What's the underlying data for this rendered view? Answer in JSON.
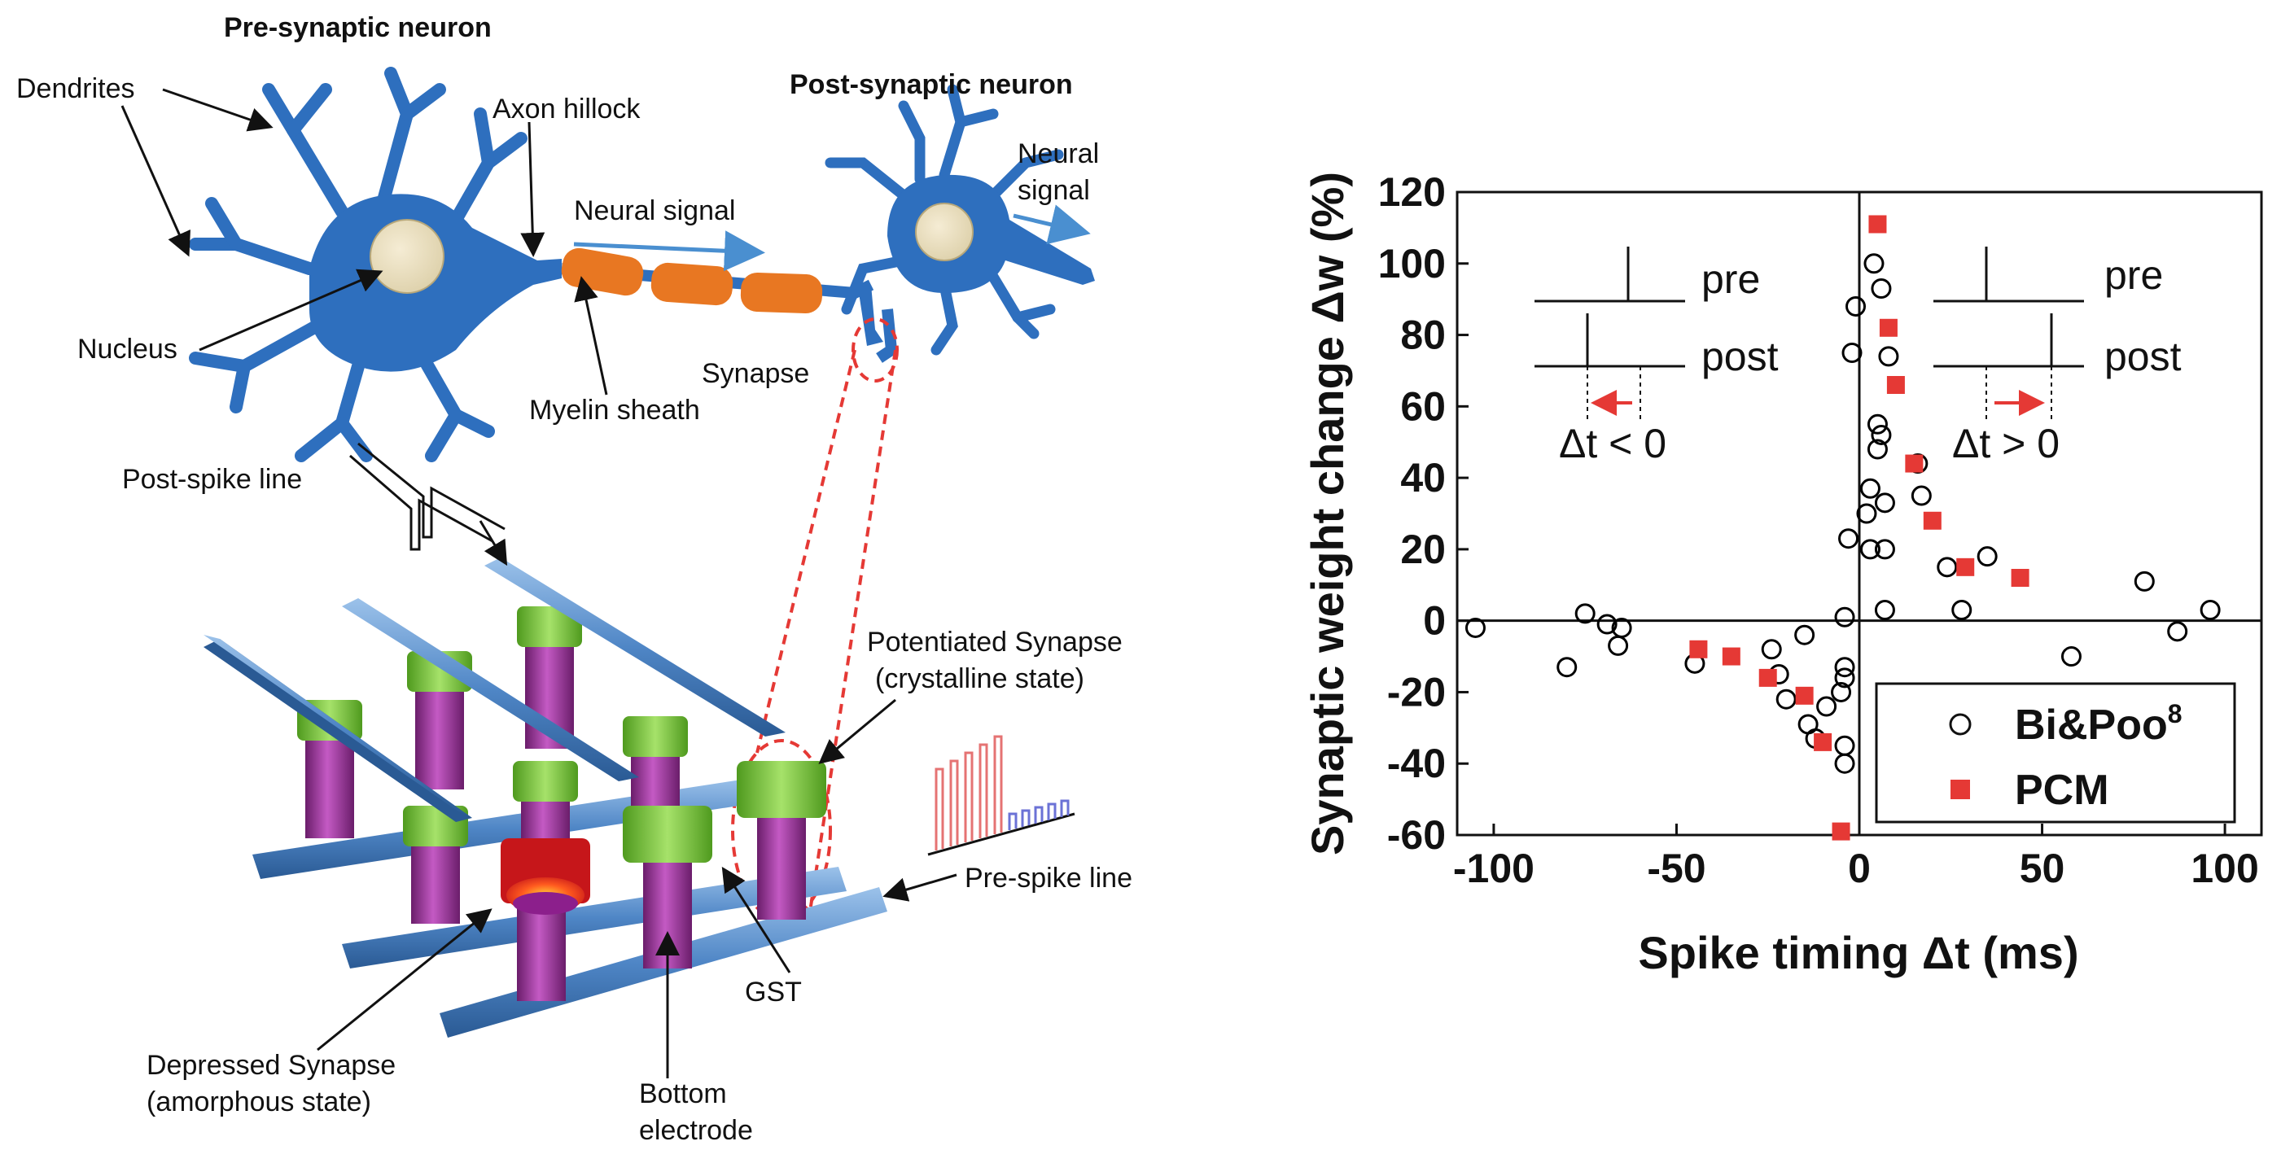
{
  "diagram": {
    "pre_neuron_title": "Pre-synaptic neuron",
    "post_neuron_title": "Post-synaptic neuron",
    "dendrites": "Dendrites",
    "axon_hillock": "Axon hillock",
    "nucleus": "Nucleus",
    "neural_signal_1": "Neural signal",
    "neural_signal_2a": "Neural",
    "neural_signal_2b": "signal",
    "myelin_sheath": "Myelin sheath",
    "synapse": "Synapse",
    "post_spike_line": "Post-spike line",
    "potentiated_1": "Potentiated Synapse",
    "potentiated_2": "(crystalline state)",
    "pre_spike_line": "Pre-spike line",
    "gst": "GST",
    "depressed_1": "Depressed Synapse",
    "depressed_2": "(amorphous state)",
    "bottom_electrode_1": "Bottom",
    "bottom_electrode_2": "electrode",
    "colors": {
      "neuron": "#2e6fbe",
      "myelin": "#e87722",
      "nucleus": "#ede0c0",
      "electrode": "#4f86c6",
      "pillar": "#9b2e9b",
      "gst": "#7acb3c",
      "dashed": "#e53935"
    }
  },
  "chart_data": {
    "type": "scatter",
    "xlabel": "Spike timing Δt (ms)",
    "ylabel": "Synaptic weight change Δw (%)",
    "xlim": [
      -110,
      110
    ],
    "ylim": [
      -60,
      120
    ],
    "xticks": [
      -100,
      -50,
      0,
      50,
      100
    ],
    "yticks": [
      -60,
      -40,
      -20,
      0,
      20,
      40,
      60,
      80,
      100,
      120
    ],
    "legend_position": "bottom-right",
    "series": [
      {
        "name": "Bi&Poo",
        "name_sup": "8",
        "marker": "open-circle",
        "color": "#000000",
        "points": [
          [
            -105,
            -2
          ],
          [
            -80,
            -13
          ],
          [
            -75,
            2
          ],
          [
            -69,
            -1
          ],
          [
            -66,
            -7
          ],
          [
            -65,
            -2
          ],
          [
            -45,
            -12
          ],
          [
            -24,
            -8
          ],
          [
            -22,
            -15
          ],
          [
            -20,
            -22
          ],
          [
            -15,
            -4
          ],
          [
            -14,
            -29
          ],
          [
            -12,
            -33
          ],
          [
            -9,
            -24
          ],
          [
            -5,
            -20
          ],
          [
            -4,
            -13
          ],
          [
            -4,
            -16
          ],
          [
            -4,
            -35
          ],
          [
            -4,
            -40
          ],
          [
            -4,
            1
          ],
          [
            -3,
            23
          ],
          [
            -2,
            75
          ],
          [
            -1,
            88
          ],
          [
            2,
            30
          ],
          [
            3,
            37
          ],
          [
            3,
            20
          ],
          [
            4,
            100
          ],
          [
            5,
            55
          ],
          [
            5,
            48
          ],
          [
            6,
            93
          ],
          [
            6,
            52
          ],
          [
            7,
            33
          ],
          [
            7,
            20
          ],
          [
            7,
            3
          ],
          [
            8,
            74
          ],
          [
            16,
            44
          ],
          [
            17,
            35
          ],
          [
            24,
            15
          ],
          [
            28,
            3
          ],
          [
            35,
            18
          ],
          [
            58,
            -10
          ],
          [
            78,
            11
          ],
          [
            87,
            -3
          ],
          [
            96,
            3
          ]
        ]
      },
      {
        "name": "PCM",
        "marker": "filled-square",
        "color": "#e53935",
        "points": [
          [
            -44,
            -8
          ],
          [
            -35,
            -10
          ],
          [
            -25,
            -16
          ],
          [
            -15,
            -21
          ],
          [
            -10,
            -34
          ],
          [
            -5,
            -59
          ],
          [
            5,
            111
          ],
          [
            8,
            82
          ],
          [
            10,
            66
          ],
          [
            15,
            44
          ],
          [
            20,
            28
          ],
          [
            29,
            15
          ],
          [
            44,
            12
          ]
        ]
      }
    ],
    "inset_left": {
      "pre": "pre",
      "post": "post",
      "dt": "Δt < 0"
    },
    "inset_right": {
      "pre": "pre",
      "post": "post",
      "dt": "Δt > 0"
    }
  }
}
